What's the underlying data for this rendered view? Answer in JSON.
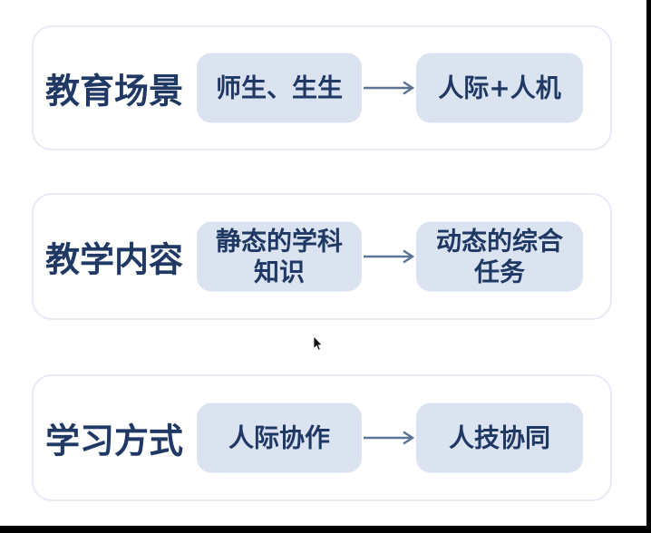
{
  "page": {
    "background": "#ffffff",
    "frame_edge_color": "#000000"
  },
  "colors": {
    "label_text": "#1f3864",
    "pill_text": "#1f3864",
    "pill_fill": "#dbe3f1",
    "card_border": "#e8ebf5",
    "arrow": "#5b7394"
  },
  "icons": {
    "arrow": "right-arrow-icon",
    "cursor": "mouse-pointer-icon"
  },
  "rows": [
    {
      "label": "教育场景",
      "from": "师生、生生",
      "to": "人际+人机"
    },
    {
      "label": "教学内容",
      "from": "静态的学科\n知识",
      "to": "动态的综合\n任务"
    },
    {
      "label": "学习方式",
      "from": "人际协作",
      "to": "人技协同"
    }
  ]
}
